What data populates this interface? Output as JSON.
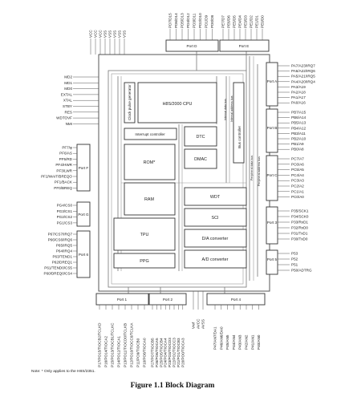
{
  "diagram": {
    "caption": "Figure 1.1   Block Diagram",
    "note": "Note: * Only applies to the H8S/2351.",
    "blocks": {
      "cpu": "H8S/2000 CPU",
      "clock": "Clock pulse generator",
      "interrupt": "Interrupt controller",
      "dtc": "DTC",
      "dmac": "DMAC",
      "rom": "ROM*",
      "ram": "RAM",
      "wdt": "WDT",
      "sci": "SCI",
      "tpu": "TPU",
      "da": "D/A converter",
      "ppg": "PPG",
      "ad": "A/D converter",
      "bus_controller": "Bus controller",
      "internal_data_bus": "Internal data bus",
      "internal_address_bus": "Internal address bus",
      "peripheral_data_bus": "Peripheral data bus",
      "peripheral_address_bus": "Peripheral address bus"
    },
    "ports": {
      "a": "Port A",
      "b": "Port B",
      "c": "Port C",
      "d": "Port D",
      "e": "Port E",
      "f": "Port F",
      "g": "Port G",
      "six": "Port 6",
      "three": "Port 3",
      "five": "Port 5",
      "one": "Port 1",
      "two": "Port 2",
      "four": "Port 4"
    },
    "pins": {
      "top_power": [
        "VCC",
        "VCC",
        "VCC",
        "VSS",
        "VSS",
        "VSS",
        "VSS",
        "VSS"
      ],
      "port_d": [
        "PD7/D15",
        "PD6/D14",
        "PD5/D13",
        "PD4/D12",
        "PD3/D11",
        "PD2/D10",
        "PD1/D9",
        "PD0/D8"
      ],
      "port_e": [
        "PE7/D7",
        "PE6/D6",
        "PE5/D5",
        "PE4/D4",
        "PE3/D3",
        "PE2/D2",
        "PE1/D1",
        "PE0/D0"
      ],
      "mode": [
        "MD2",
        "MD1",
        "MD0",
        "EXTAL",
        "XTAL",
        "STBY",
        "RES",
        "WDTOVF",
        "NMI"
      ],
      "port_f": [
        "PF7/φ",
        "PF6/AS",
        "PF5/RD",
        "PF4/HWR",
        "PF3/LWR",
        "PF2/WAIT/BREQO",
        "PF1/BACK",
        "PF0/BREQ"
      ],
      "port_g": [
        "PG4/CS0",
        "PG3/CS1",
        "PG2/CS2",
        "PG1/CS3"
      ],
      "port_6": [
        "P67/CS7/IRQ7",
        "P66/CS6/IRQ6",
        "P65/IRQ5",
        "P64/IRQ4",
        "P63/TEND1",
        "P62/DREQ1",
        "P61/TEND0/CS5",
        "P60/DREQ0/CS4"
      ],
      "port_a": [
        "PA7/A23/IRQ7",
        "PA6/A22/IRQ6",
        "PA5/A21/IRQ5",
        "PA4/A20/IRQ4",
        "PA3/A19",
        "PA2/A18",
        "PA1/A17",
        "PA0/A16"
      ],
      "port_b": [
        "PB7/A15",
        "PB6/A14",
        "PB5/A13",
        "PB4/A12",
        "PB3/A11",
        "PB2/A10",
        "PB1/A9",
        "PB0/A8"
      ],
      "port_c": [
        "PC7/A7",
        "PC6/A6",
        "PC5/A5",
        "PC4/A4",
        "PC3/A3",
        "PC2/A2",
        "PC1/A1",
        "PC0/A0"
      ],
      "port_3": [
        "P35/SCK1",
        "P34/SCK0",
        "P33/RxD1",
        "P32/RxD0",
        "P31/TxD1",
        "P30/TxD0"
      ],
      "port_5": [
        "P53",
        "P52",
        "P51",
        "P50/ADTRG"
      ],
      "port_1": [
        "P17/PO15/TIOCB2/TCLKD",
        "P16/PO14/TIOCA2",
        "P15/PO13/TIOCB1/TCLKC",
        "P14/PO12/TIOCA1",
        "P13/PO11/TIOCD0/TCLKB",
        "P12/PO10/TIOCC0/TCLKA",
        "P11/PO9/TIOCB0",
        "P10/PO8/TIOCA0"
      ],
      "port_2": [
        "P27/PO7/TIOCB5",
        "P26/PO6/TIOCA5",
        "P25/PO5/TIOCB4",
        "P24/PO4/TIOCA4",
        "P23/PO3/TIOCD3",
        "P22/PO2/TIOCC3",
        "P21/PO1/TIOCB3",
        "P20/PO0/TIOCA3"
      ],
      "analog_power": [
        "Vref",
        "AVCC",
        "AVSS"
      ],
      "port_4": [
        "P47/AN7/DA1",
        "P46/AN6/DA0",
        "P45/AN5",
        "P44/AN4",
        "P43/AN3",
        "P42/AN2",
        "P41/AN1",
        "P40/AN0"
      ]
    }
  }
}
